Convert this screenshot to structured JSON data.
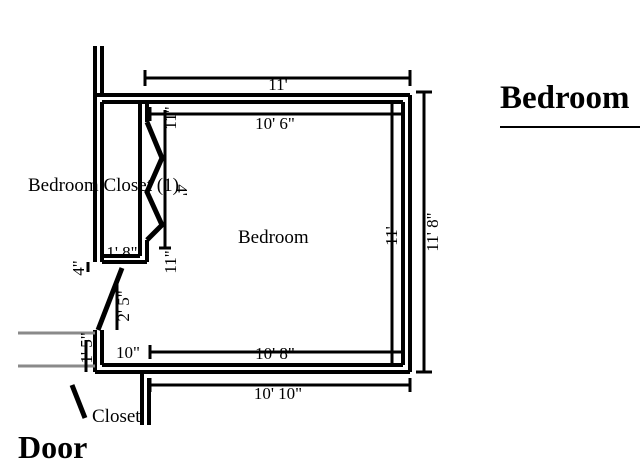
{
  "side_title": "Bedroom",
  "door_label": "Door",
  "rooms": {
    "bedroom": "Bedroom",
    "closet": "Bedroom Closet (1)",
    "closet_lower": "Closet"
  },
  "dimensions": {
    "top_outer": "11'",
    "top_inner": "10' 6\"",
    "bottom_inner": "10' 8\"",
    "bottom_outer": "10' 10\"",
    "right_inner": "11'",
    "right_outer": "11' 8\"",
    "closet_depth": "1' 8\"",
    "closet_top_vertical": "11\"",
    "closet_bottom_vertical": "11\"",
    "closet_span": "4'",
    "wall_segment": "4\"",
    "door_swing": "2' 5\"",
    "door_offset": "1' 5\"",
    "bottom_left": "10\""
  }
}
